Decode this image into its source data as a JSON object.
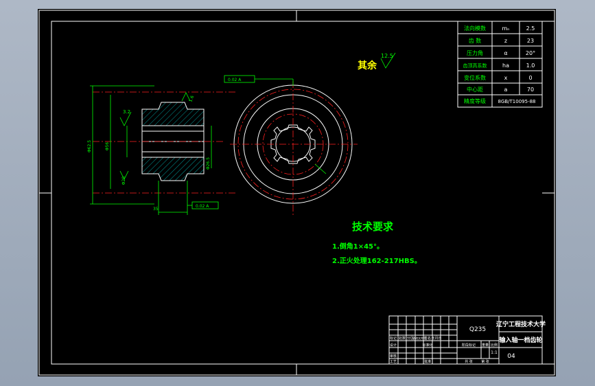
{
  "drawing": {
    "params_table": [
      {
        "label": "法向模数",
        "symbol": "mₙ",
        "value": "2.5"
      },
      {
        "label": "齿  数",
        "symbol": "z",
        "value": "23"
      },
      {
        "label": "压力角",
        "symbol": "α",
        "value": "20°"
      },
      {
        "label": "齿顶高系数",
        "symbol": "ha",
        "value": "1.0"
      },
      {
        "label": "变位系数",
        "symbol": "x",
        "value": "0"
      },
      {
        "label": "中心距",
        "symbol": "a",
        "value": "70"
      },
      {
        "label": "精度等级",
        "symbol": "",
        "value": "8GB/T10095-88"
      }
    ],
    "surface_note": "其余",
    "surface_roughness": "12.5",
    "tech_title": "技术要求",
    "tech_requirements": [
      "1.倒角1×45°。",
      "2.正火处理162-217HBS。"
    ],
    "dims": {
      "rough_32": "3.2",
      "rough_16": "1.6",
      "dim_phi_tip": "Φ62.5",
      "dim_phi_root": "Φ56",
      "dim_phi_bore": "Φ28",
      "dim_width": "35",
      "dim_keyway": "Φ26.5",
      "tol_1": "0.02 A",
      "tol_2": "0.02 A",
      "datum": "A"
    },
    "title_block": {
      "material": "Q235",
      "school": "辽宁工程技术大学",
      "part_name": "输入轴一档齿轮",
      "drawing_no": "04",
      "scale": "1:1",
      "labels_row1": [
        "标记",
        "处数",
        "分区",
        "更改文件号",
        "签名",
        "年月日"
      ],
      "labels_row2": [
        "设计",
        "",
        "标准化",
        "",
        "阶段标记",
        "重量",
        "比例"
      ],
      "labels_row3": [
        "审核",
        "",
        "",
        "",
        "",
        "",
        ""
      ],
      "labels_row4": [
        "工艺",
        "",
        "批准",
        "",
        "共 张",
        "第 张"
      ]
    }
  }
}
